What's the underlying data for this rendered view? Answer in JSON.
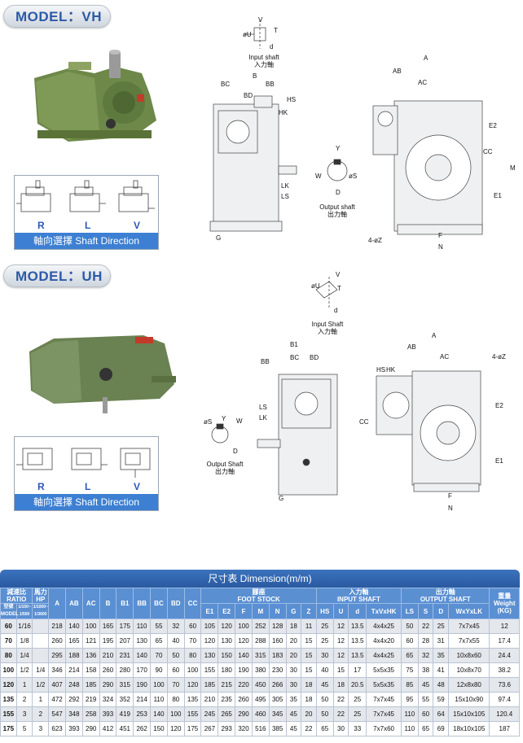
{
  "sections": {
    "vh": {
      "badge": "MODEL：VH"
    },
    "uh": {
      "badge": "MODEL：UH"
    }
  },
  "shaft_direction": {
    "labels": [
      "R",
      "L",
      "V"
    ],
    "caption": "軸向選擇  Shaft Direction"
  },
  "diagram_labels": {
    "vh": {
      "input_shaft_caption": [
        "Input shaft",
        "入力軸"
      ],
      "output_shaft_caption": [
        "Output shaft",
        "出力軸"
      ],
      "dims": [
        "V",
        "T",
        "øU",
        "d",
        "B",
        "BC",
        "BB",
        "BD",
        "HK",
        "HS",
        "Y",
        "W",
        "øS",
        "D",
        "LK",
        "LS",
        "G",
        "A",
        "AB",
        "AC",
        "CC",
        "E2",
        "M",
        "E1",
        "4-øZ",
        "F",
        "N"
      ]
    },
    "uh": {
      "input_shaft_caption": [
        "Input Shaft",
        "入力軸"
      ],
      "output_shaft_caption": [
        "Output Shaft",
        "出力軸"
      ],
      "dims": [
        "V",
        "øU",
        "T",
        "d",
        "B1",
        "BB",
        "BC",
        "BD",
        "LS",
        "LK",
        "W",
        "øS",
        "Y",
        "D",
        "G",
        "A",
        "AB",
        "AC",
        "4-øZ",
        "HS",
        "HK",
        "CC",
        "E2",
        "E1",
        "F",
        "N"
      ]
    }
  },
  "table": {
    "title": "尺寸表  Dimension(m/m)",
    "header": {
      "ratio_label": [
        "減速比",
        "RATIO"
      ],
      "hp_label": [
        "馬力",
        "HP"
      ],
      "model_label": [
        "型號",
        "MODEL"
      ],
      "ratio_sub1": [
        "1/100~",
        "1/500"
      ],
      "ratio_sub2": [
        "1/1000~",
        "1/3600"
      ],
      "cols_main": [
        "A",
        "AB",
        "AC",
        "B",
        "B1",
        "BB",
        "BC",
        "BD",
        "CC"
      ],
      "foot_stock": [
        "腳座",
        "FOOT STOCK"
      ],
      "foot_cols": [
        "E1",
        "E2",
        "F",
        "M",
        "N",
        "G",
        "Z"
      ],
      "input_shaft": [
        "入力軸",
        "INPUT SHAFT"
      ],
      "input_cols": [
        "HS",
        "U",
        "d",
        "TxVxHK"
      ],
      "output_shaft": [
        "出力軸",
        "OUTPUT SHAFT"
      ],
      "output_cols": [
        "LS",
        "S",
        "D",
        "WxYxLK"
      ],
      "weight": [
        "重量",
        "Weight",
        "(KG)"
      ]
    },
    "rows": [
      [
        "60",
        "1/16",
        "",
        "218",
        "140",
        "100",
        "165",
        "175",
        "110",
        "55",
        "32",
        "60",
        "105",
        "120",
        "100",
        "252",
        "128",
        "18",
        "11",
        "25",
        "12",
        "13.5",
        "4x4x25",
        "50",
        "22",
        "25",
        "7x7x45",
        "12"
      ],
      [
        "70",
        "1/8",
        "",
        "260",
        "165",
        "121",
        "195",
        "207",
        "130",
        "65",
        "40",
        "70",
        "120",
        "130",
        "120",
        "288",
        "160",
        "20",
        "15",
        "25",
        "12",
        "13.5",
        "4x4x20",
        "60",
        "28",
        "31",
        "7x7x55",
        "17.4"
      ],
      [
        "80",
        "1/4",
        "",
        "295",
        "188",
        "136",
        "210",
        "231",
        "140",
        "70",
        "50",
        "80",
        "130",
        "150",
        "140",
        "315",
        "183",
        "20",
        "15",
        "30",
        "12",
        "13.5",
        "4x4x25",
        "65",
        "32",
        "35",
        "10x8x60",
        "24.4"
      ],
      [
        "100",
        "1/2",
        "1/4",
        "346",
        "214",
        "158",
        "260",
        "280",
        "170",
        "90",
        "60",
        "100",
        "155",
        "180",
        "190",
        "380",
        "230",
        "30",
        "15",
        "40",
        "15",
        "17",
        "5x5x35",
        "75",
        "38",
        "41",
        "10x8x70",
        "38.2"
      ],
      [
        "120",
        "1",
        "1/2",
        "407",
        "248",
        "185",
        "290",
        "315",
        "190",
        "100",
        "70",
        "120",
        "185",
        "215",
        "220",
        "450",
        "266",
        "30",
        "18",
        "45",
        "18",
        "20.5",
        "5x5x35",
        "85",
        "45",
        "48",
        "12x8x80",
        "73.6"
      ],
      [
        "135",
        "2",
        "1",
        "472",
        "292",
        "219",
        "324",
        "352",
        "214",
        "110",
        "80",
        "135",
        "210",
        "235",
        "260",
        "495",
        "305",
        "35",
        "18",
        "50",
        "22",
        "25",
        "7x7x45",
        "95",
        "55",
        "59",
        "15x10x90",
        "97.4"
      ],
      [
        "155",
        "3",
        "2",
        "547",
        "348",
        "258",
        "393",
        "419",
        "253",
        "140",
        "100",
        "155",
        "245",
        "265",
        "290",
        "460",
        "345",
        "45",
        "20",
        "50",
        "22",
        "25",
        "7x7x45",
        "110",
        "60",
        "64",
        "15x10x105",
        "120.4"
      ],
      [
        "175",
        "5",
        "3",
        "623",
        "393",
        "290",
        "412",
        "451",
        "262",
        "150",
        "120",
        "175",
        "267",
        "293",
        "320",
        "516",
        "385",
        "45",
        "22",
        "65",
        "30",
        "33",
        "7x7x60",
        "110",
        "65",
        "69",
        "18x10x105",
        "187"
      ]
    ]
  },
  "colors": {
    "accent": "#2d5aa8",
    "header_bg": "#5a8fd2",
    "gear_green": "#6f8a4a"
  }
}
